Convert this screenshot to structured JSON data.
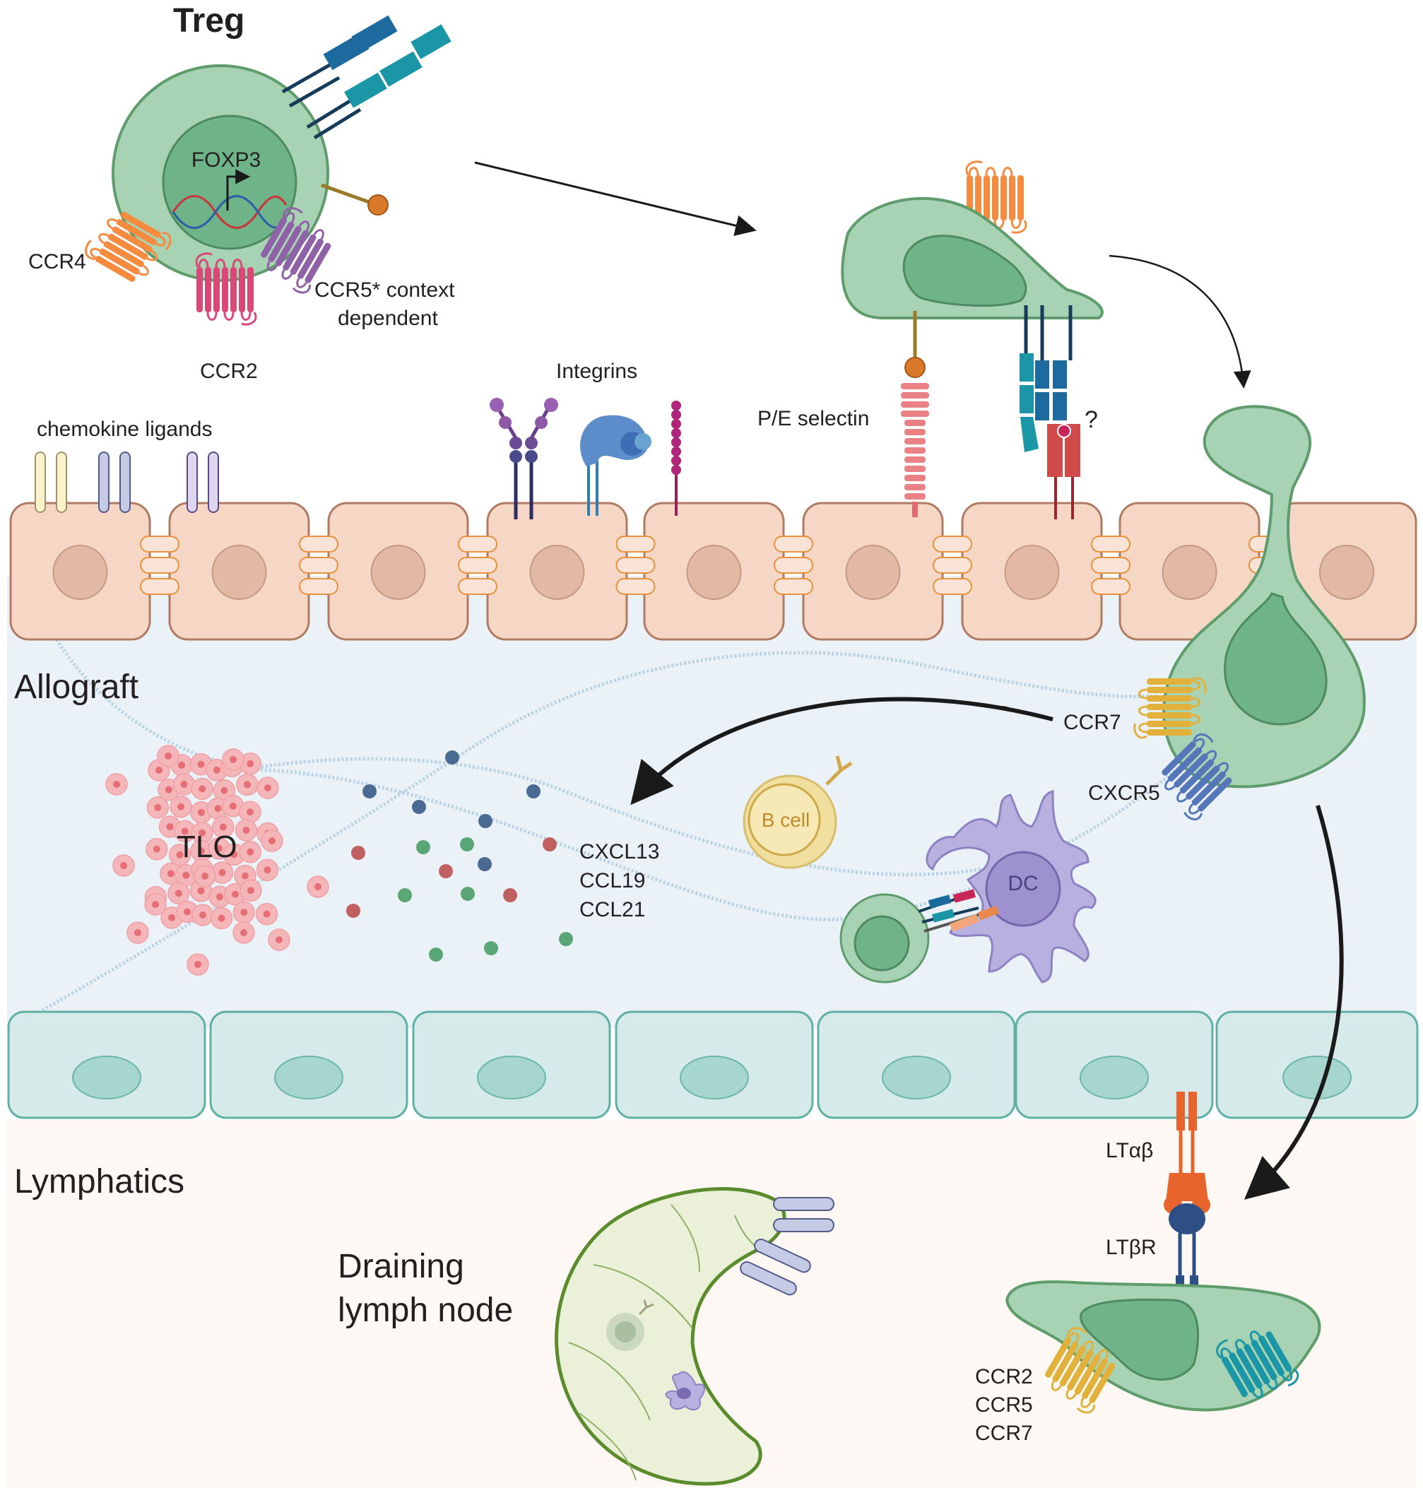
{
  "labels": {
    "treg": "Treg",
    "foxp3": "FOXP3",
    "ccr4": "CCR4",
    "ccr5_line1": "CCR5* context",
    "ccr5_line2": "dependent",
    "ccr2": "CCR2",
    "integrins": "Integrins",
    "chemokine_ligands": "chemokine ligands",
    "pe_selectin": "P/E selectin",
    "question": "?",
    "allograft": "Allograft",
    "ccr7": "CCR7",
    "cxcr5": "CXCR5",
    "b_cell": "B cell",
    "tlo": "TLO",
    "cxcl13": "CXCL13",
    "ccl19": "CCL19",
    "ccl21": "CCL21",
    "dc": "DC",
    "lymphatics": "Lymphatics",
    "lta_b": "LTαβ",
    "ltbr": "LTβR",
    "draining_line1": "Draining",
    "draining_line2": "lymph node",
    "ccr2_b": "CCR2",
    "ccr5_b": "CCR5",
    "ccr7_b": "CCR7"
  },
  "colors": {
    "treg_cell": "#a8d2b4",
    "treg_nucleus": "#6fb389",
    "endothelial_cell": "#f6d6c4",
    "endothelial_nucleus": "#e1b9a4",
    "allograft_bg": "#eaf2f7",
    "lymphatic_cell": "#d6ebe9",
    "lymphatic_bg": "#fdf8f3",
    "lymph_node": "#eaf1d8",
    "ccr4_orange": "#f58b3f",
    "ccr2_pink": "#d94876",
    "ccr5_purple": "#8f62a8",
    "ccr7_yellow": "#e2b13c",
    "cxcr5_blue": "#5576b8"
  }
}
